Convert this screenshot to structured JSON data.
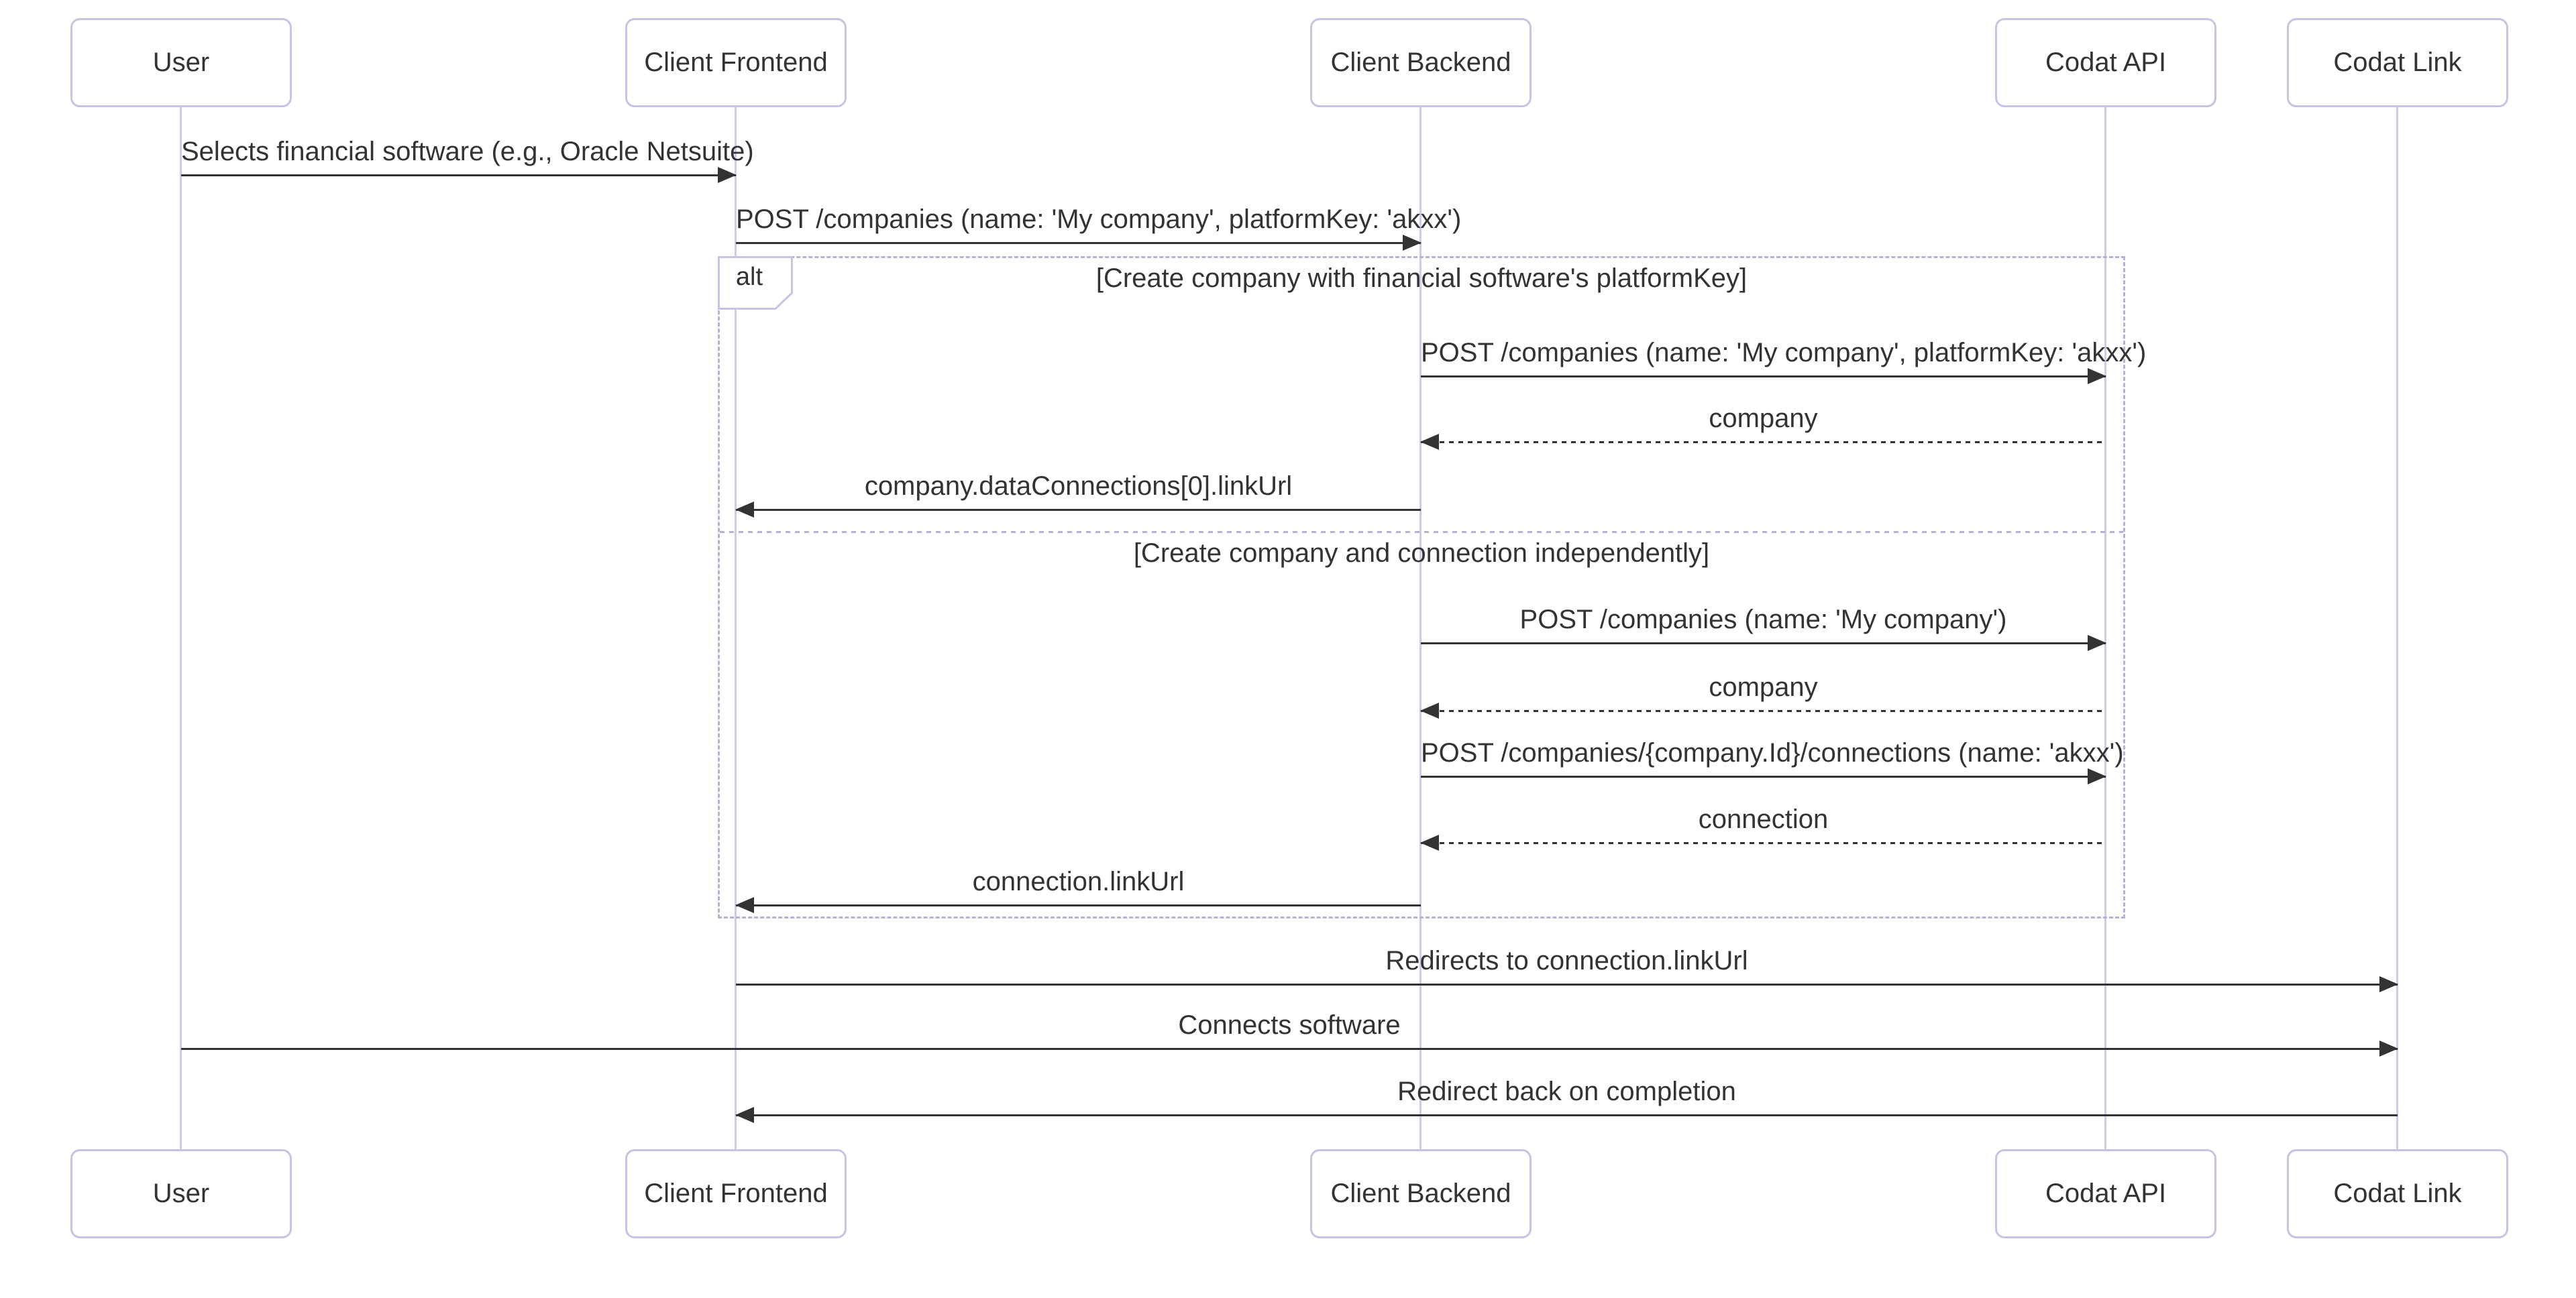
{
  "actors": [
    {
      "name": "User"
    },
    {
      "name": "Client Frontend"
    },
    {
      "name": "Client Backend"
    },
    {
      "name": "Codat API"
    },
    {
      "name": "Codat Link"
    }
  ],
  "messages": [
    {
      "text": "Selects financial software (e.g., Oracle Netsuite)",
      "from": "User",
      "to": "Client Frontend",
      "line": "solid",
      "direction": "right"
    },
    {
      "text": "POST /companies (name: 'My company', platformKey: 'akxx')",
      "from": "Client Frontend",
      "to": "Client Backend",
      "line": "solid",
      "direction": "right"
    },
    {
      "text": "POST /companies (name: 'My company', platformKey: 'akxx')",
      "from": "Client Backend",
      "to": "Codat API",
      "line": "solid",
      "direction": "right"
    },
    {
      "text": "company",
      "from": "Codat API",
      "to": "Client Backend",
      "line": "dashed",
      "direction": "left"
    },
    {
      "text": "company.dataConnections[0].linkUrl",
      "from": "Client Backend",
      "to": "Client Frontend",
      "line": "solid",
      "direction": "left"
    },
    {
      "text": "POST /companies (name: 'My company')",
      "from": "Client Backend",
      "to": "Codat API",
      "line": "solid",
      "direction": "right"
    },
    {
      "text": "company",
      "from": "Codat API",
      "to": "Client Backend",
      "line": "dashed",
      "direction": "left"
    },
    {
      "text": "POST /companies/{company.Id}/connections (name: 'akxx')",
      "from": "Client Backend",
      "to": "Codat API",
      "line": "solid",
      "direction": "right"
    },
    {
      "text": "connection",
      "from": "Codat API",
      "to": "Client Backend",
      "line": "dashed",
      "direction": "left"
    },
    {
      "text": "connection.linkUrl",
      "from": "Client Backend",
      "to": "Client Frontend",
      "line": "solid",
      "direction": "left"
    },
    {
      "text": "Redirects to connection.linkUrl",
      "from": "Client Frontend",
      "to": "Codat Link",
      "line": "solid",
      "direction": "right"
    },
    {
      "text": "Connects software",
      "from": "User",
      "to": "Codat Link",
      "line": "solid",
      "direction": "right"
    },
    {
      "text": "Redirect back on completion",
      "from": "Codat Link",
      "to": "Client Frontend",
      "line": "solid",
      "direction": "left"
    }
  ],
  "alt": {
    "label": "alt",
    "condition_1": "[Create company with financial software's platformKey]",
    "condition_2": "[Create company and connection independently]"
  },
  "colors": {
    "background": "#ffffff",
    "lifeline": "#cdcde9",
    "actor_border": "#c4c4e4",
    "frame_border": "#b4b4d2",
    "arrow": "#333333",
    "text": "#333333"
  }
}
